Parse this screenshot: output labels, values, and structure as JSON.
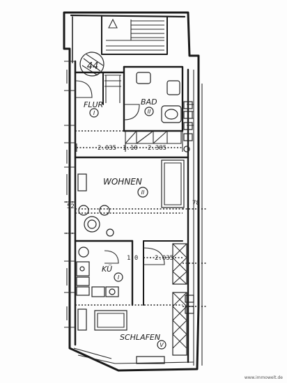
{
  "rooms": {
    "flur": {
      "name": "FLUR",
      "number": "I"
    },
    "bad": {
      "name": "BAD",
      "number": "II"
    },
    "wohnen": {
      "name": "WOHNEN",
      "number": "II"
    },
    "kueche": {
      "name": "KÜ",
      "number": "I"
    },
    "schlafen": {
      "name": "SCHLAFEN",
      "number": "V"
    }
  },
  "stair_marker": "44",
  "dimensions": {
    "left_width": "2.035",
    "door_width": "1.10",
    "right_width": "2.385",
    "side_left": "52",
    "side_right": "78",
    "kitchen_door": "1.0",
    "kitchen_right": "2.035"
  },
  "credit": "www.immowelt.de",
  "colors": {
    "ink": "#1a1a1a",
    "paper": "#fdfdfd"
  }
}
